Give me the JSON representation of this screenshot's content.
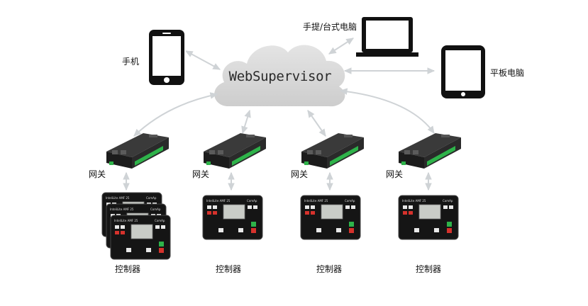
{
  "cloud": {
    "label": "WebSupervisor",
    "color": "#d9d9d9"
  },
  "devices": {
    "phone": {
      "label": "手机",
      "icon": "smartphone-icon"
    },
    "laptop": {
      "label": "手提/台式电脑",
      "icon": "laptop-icon"
    },
    "tablet": {
      "label": "平板电脑",
      "icon": "tablet-icon"
    }
  },
  "gateways": [
    {
      "label": "网关",
      "controller_label": "控制器",
      "stacked": true
    },
    {
      "label": "网关",
      "controller_label": "控制器",
      "stacked": false
    },
    {
      "label": "网关",
      "controller_label": "控制器",
      "stacked": false
    },
    {
      "label": "网关",
      "controller_label": "控制器",
      "stacked": false
    }
  ],
  "controller_face": {
    "brand_left": "InteliLite",
    "model": "AMF 25",
    "brand_right": "ComAp"
  },
  "colors": {
    "arrow": "#cfd3d6",
    "device": "#111111",
    "accent_green": "#2eb34a",
    "accent_red": "#d6322c"
  }
}
